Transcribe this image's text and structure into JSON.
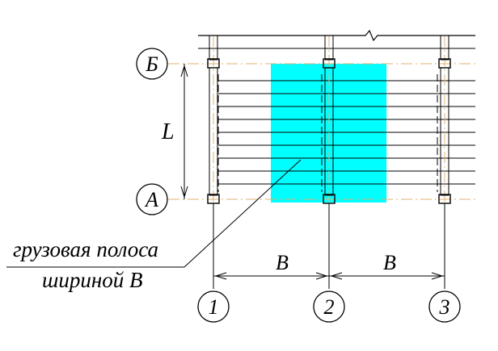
{
  "axes": {
    "row_top": "Б",
    "row_bottom": "А",
    "col_1": "1",
    "col_2": "2",
    "col_3": "3"
  },
  "dimensions": {
    "span_length": "L",
    "spacing_left": "B",
    "spacing_right": "B"
  },
  "annotation": {
    "line1": "грузовая полоса",
    "line2": "шириной В"
  },
  "colors": {
    "load_strip": "#00FFFF",
    "axis_line": "#E0B070",
    "dashed_member": "#000000"
  }
}
